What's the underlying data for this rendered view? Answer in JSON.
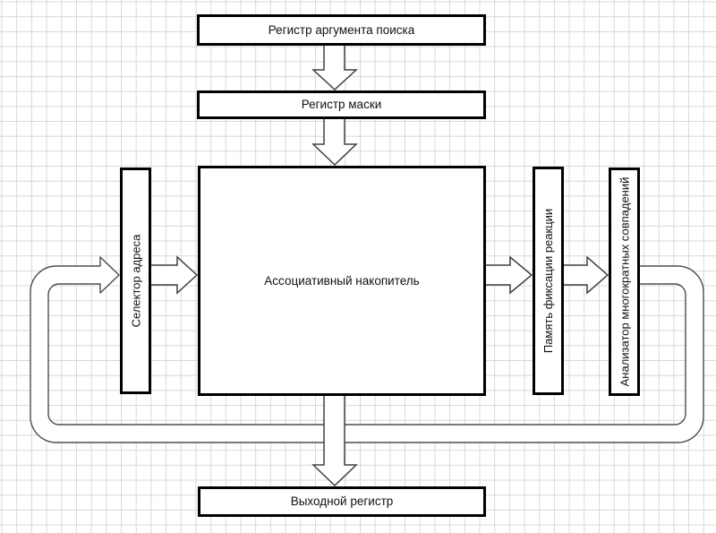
{
  "diagram": {
    "type": "block-diagram",
    "background": {
      "grid": true,
      "grid_color": "#d8d8d8",
      "canvas_color": "#ffffff"
    },
    "style": {
      "box_border_color": "#000000",
      "box_fill": "#ffffff",
      "arrow_outline_color": "#404040",
      "arrow_fill": "#ffffff",
      "text_color": "#111111"
    },
    "nodes": [
      {
        "id": "search-arg-register",
        "label": "Регистр аргумента поиска",
        "orientation": "horizontal"
      },
      {
        "id": "mask-register",
        "label": "Регистр маски",
        "orientation": "horizontal"
      },
      {
        "id": "address-selector",
        "label": "Селектор адреса",
        "orientation": "vertical"
      },
      {
        "id": "associative-storage",
        "label": "Ассоциативный накопитель",
        "orientation": "horizontal"
      },
      {
        "id": "reaction-latch-memory",
        "label": "Память фиксации реакции",
        "orientation": "vertical"
      },
      {
        "id": "multiple-match-analyzer",
        "label": "Анализатор многократных совпадений",
        "orientation": "vertical"
      },
      {
        "id": "output-register",
        "label": "Выходной регистр",
        "orientation": "horizontal"
      }
    ],
    "edges": [
      {
        "from": "search-arg-register",
        "to": "mask-register",
        "style": "hollow-block-arrow"
      },
      {
        "from": "mask-register",
        "to": "associative-storage",
        "style": "hollow-block-arrow"
      },
      {
        "from": "address-selector",
        "to": "associative-storage",
        "style": "hollow-block-arrow"
      },
      {
        "from": "associative-storage",
        "to": "reaction-latch-memory",
        "style": "hollow-block-arrow"
      },
      {
        "from": "reaction-latch-memory",
        "to": "multiple-match-analyzer",
        "style": "hollow-block-arrow"
      },
      {
        "from": "associative-storage",
        "to": "output-register",
        "style": "hollow-block-arrow"
      },
      {
        "from": "multiple-match-analyzer",
        "to": "address-selector",
        "style": "hollow-pipe-feedback-loop"
      }
    ]
  }
}
